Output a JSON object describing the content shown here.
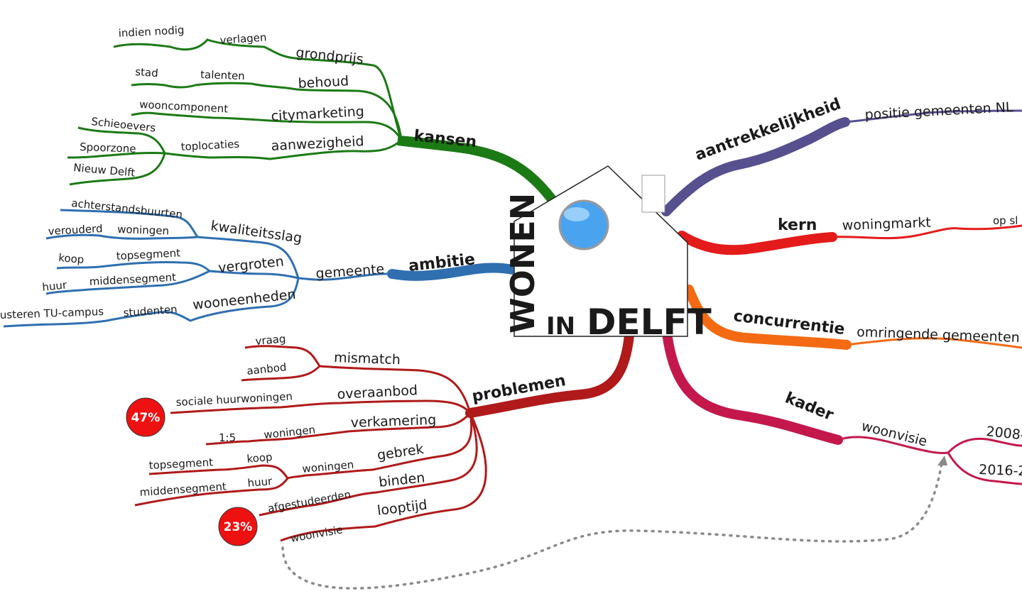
{
  "colors": {
    "kansen": "#1b7a14",
    "ambitie": "#2f6fb0",
    "problemen": "#b01a1a",
    "aantrekkelijkheid": "#56508f",
    "kern": "#e41b1b",
    "concurrentie": "#f36a12",
    "kader": "#c4184c",
    "title_wonen": "#e65a20",
    "title_delft": "#23386e",
    "badge": "#ee1111",
    "connector": "#8a8a8a"
  },
  "center": {
    "title_wonen": "WONEN",
    "title_in": "IN",
    "title_delft": "DELFT"
  },
  "branches": {
    "kansen": {
      "label": "kansen",
      "grondprijs": {
        "label": "grondprijs",
        "verlagen": "verlagen",
        "indien_nodig": "indien nodig"
      },
      "behoud": {
        "label": "behoud",
        "talenten": "talenten",
        "stad": "stad"
      },
      "citymarketing": {
        "label": "citymarketing",
        "wooncomponent": "wooncomponent"
      },
      "aanwezigheid": {
        "label": "aanwezigheid",
        "toplocaties": "toplocaties",
        "schieoevers": "Schieoevers",
        "spoorzone": "Spoorzone",
        "nieuw_delft": "Nieuw Delft"
      }
    },
    "ambitie": {
      "label": "ambitie",
      "gemeente": "gemeente",
      "kwaliteitsslag": {
        "label": "kwaliteitsslag",
        "achterstandsbuurten": "achterstandsbuurten",
        "woningen": "woningen",
        "verouderd": "verouderd"
      },
      "vergroten": {
        "label": "vergroten",
        "topsegment": "topsegment",
        "koop": "koop",
        "middensegment": "middensegment",
        "huur": "huur"
      },
      "wooneenheden": {
        "label": "wooneenheden",
        "studenten": "studenten",
        "tu_campus": "usteren TU-campus"
      }
    },
    "problemen": {
      "label": "problemen",
      "mismatch": {
        "label": "mismatch",
        "vraag": "vraag",
        "aanbod": "aanbod"
      },
      "overaanbod": {
        "label": "overaanbod",
        "sociale": "sociale huurwoningen",
        "badge": "47%"
      },
      "verkamering": {
        "label": "verkamering",
        "woningen": "woningen",
        "ratio": "1:5"
      },
      "gebrek": {
        "label": "gebrek",
        "woningen": "woningen",
        "koop": "koop",
        "huur": "huur",
        "topsegment": "topsegment",
        "middensegment": "middensegment"
      },
      "binden": {
        "label": "binden",
        "afgestudeerden": "afgestudeerden",
        "badge": "23%"
      },
      "looptijd": {
        "label": "looptijd",
        "woonvisie": "woonvisie"
      }
    },
    "aantrekkelijkheid": {
      "label": "aantrekkelijkheid",
      "positie": "positie gemeenten NL"
    },
    "kern": {
      "label": "kern",
      "woningmarkt": "woningmarkt",
      "op_sl": "op sl"
    },
    "concurrentie": {
      "label": "concurrentie",
      "omringende": "omringende gemeenten"
    },
    "kader": {
      "label": "kader",
      "woonvisie": "woonvisie",
      "period1": "2008-",
      "period2": "2016-2"
    }
  }
}
